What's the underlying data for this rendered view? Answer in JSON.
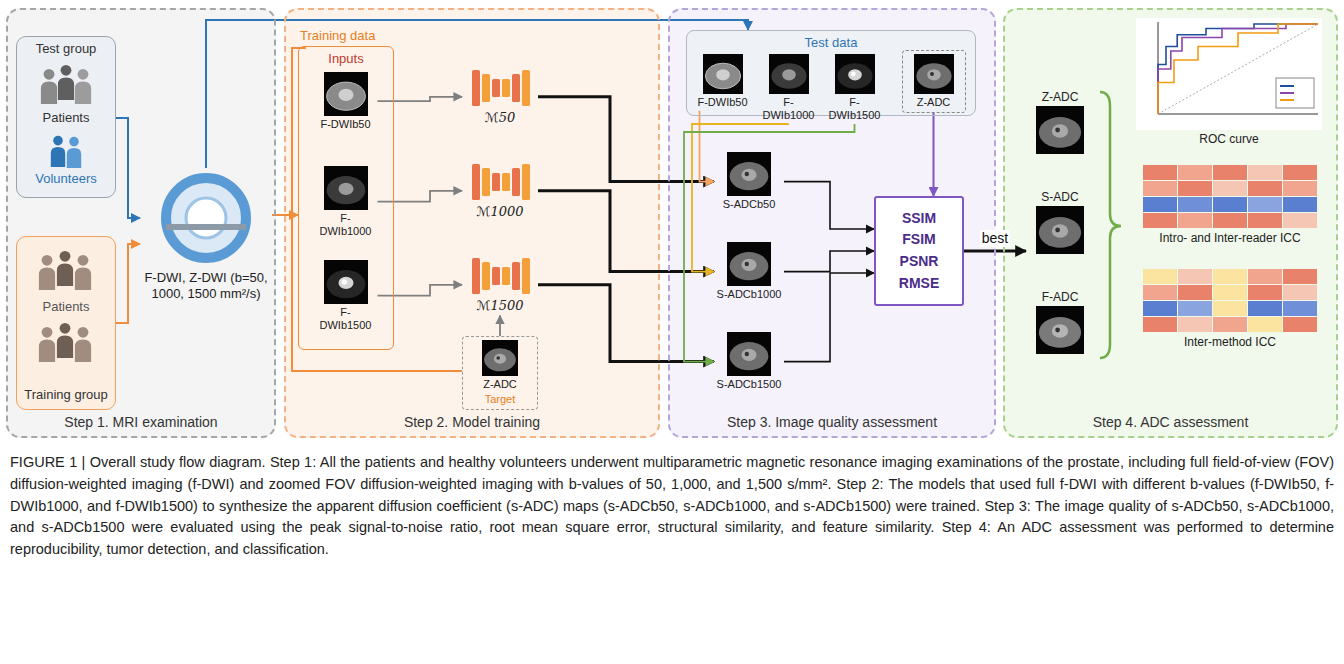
{
  "diagram": {
    "caption": "FIGURE 1 | Overall study flow diagram. Step 1: All the patients and healthy volunteers underwent multiparametric magnetic resonance imaging examinations of the prostate, including full field-of-view (FOV) diffusion-weighted imaging (f-DWI) and zoomed FOV diffusion-weighted imaging with b-values of 50, 1,000, and 1,500 s/mm². Step 2: The models that used full f-DWI with different b-values (f-DWIb50, f-DWIb1000, and f-DWIb1500) to synthesize the apparent diffusion coefficient (s-ADC) maps (s-ADCb50, s-ADCb1000, and s-ADCb1500) were trained. Step 3: The image quality of s-ADCb50, s-ADCb1000, and s-ADCb1500 were evaluated using the peak signal-to-noise ratio, root mean square error, structural similarity, and feature similarity. Step 4: An ADC assessment was performed to determine reproducibility, tumor detection, and classification.",
    "nodes": [
      {
        "text": [
          "Step 1. MRI examination"
        ]
      },
      {
        "text": [
          "Test group"
        ],
        "in": 0
      },
      {
        "text": [
          "Training group"
        ],
        "in": 0
      },
      {
        "text": [
          "F-DWI, Z-DWI (b=50, 1000, 1500 mm²/s)"
        ],
        "in": 0
      },
      {
        "text": [
          "Step 2. Model training"
        ]
      },
      {
        "text": [
          "Inputs"
        ],
        "in": 4
      },
      {
        "text": [
          "F-DWIb50"
        ],
        "in": 5
      },
      {
        "text": [
          "F-DWIb1000"
        ],
        "in": 5
      },
      {
        "text": [
          "F-DWIb1500"
        ],
        "in": 5
      },
      {
        "text": [
          "ℳ50"
        ],
        "in": 4
      },
      {
        "text": [
          "ℳ1000"
        ],
        "in": 4
      },
      {
        "text": [
          "ℳ1500"
        ],
        "in": 4
      },
      {
        "text": [
          "Z-ADC",
          "Target"
        ],
        "in": 4
      },
      {
        "text": [
          "Step 3. Image quality assessment"
        ]
      },
      {
        "text": [
          "Test data"
        ],
        "in": 13
      },
      {
        "text": [
          "F-DWIb50"
        ],
        "in": 14
      },
      {
        "text": [
          "F-DWIb1000"
        ],
        "in": 14
      },
      {
        "text": [
          "F-DWIb1500"
        ],
        "in": 14
      },
      {
        "text": [
          "Z-ADC"
        ],
        "in": 14
      },
      {
        "text": [
          "S-ADCb50"
        ],
        "in": 13
      },
      {
        "text": [
          "S-ADCb1000"
        ],
        "in": 13
      },
      {
        "text": [
          "S-ADCb1500"
        ],
        "in": 13
      },
      {
        "text": [
          "SSIM",
          "FSIM",
          "PSNR",
          "RMSE"
        ],
        "in": 13
      },
      {
        "text": [
          "Step 4. ADC assessment"
        ]
      },
      {
        "text": [
          "Z-ADC"
        ],
        "in": 23
      },
      {
        "text": [
          "S-ADC"
        ],
        "in": 23
      },
      {
        "text": [
          "F-ADC"
        ],
        "in": 23
      },
      {
        "text": [
          "ROC curve"
        ],
        "in": 23
      },
      {
        "text": [
          "Intro- and Inter-reader ICC"
        ],
        "in": 23
      },
      {
        "text": [
          "Inter-method ICC"
        ],
        "in": 23
      }
    ],
    "edges": [
      {
        "from": 1,
        "to": 3,
        "arrow": "to"
      },
      {
        "from": 2,
        "to": 3,
        "arrow": "to"
      },
      {
        "from": 3,
        "to": 14,
        "arrow": "to"
      },
      {
        "from": 3,
        "to": 5,
        "arrow": "to"
      },
      {
        "from": 6,
        "to": 9,
        "arrow": "to"
      },
      {
        "from": 7,
        "to": 10,
        "arrow": "to"
      },
      {
        "from": 8,
        "to": 11,
        "arrow": "to"
      },
      {
        "from": 12,
        "to": 11,
        "arrow": "to"
      },
      {
        "from": 9,
        "to": 19,
        "arrow": "to"
      },
      {
        "from": 10,
        "to": 20,
        "arrow": "to"
      },
      {
        "from": 11,
        "to": 21,
        "arrow": "to"
      },
      {
        "from": 15,
        "to": 19,
        "arrow": "to"
      },
      {
        "from": 16,
        "to": 20,
        "arrow": "to"
      },
      {
        "from": 17,
        "to": 21,
        "arrow": "to"
      },
      {
        "from": 18,
        "to": 22,
        "arrow": "to"
      },
      {
        "from": 19,
        "to": 22,
        "arrow": "to"
      },
      {
        "from": 20,
        "to": 22,
        "arrow": "to"
      },
      {
        "from": 21,
        "to": 22,
        "arrow": "to"
      },
      {
        "from": 22,
        "to": 25,
        "arrow": "to",
        "label": "best"
      }
    ],
    "labels": [
      "Patients",
      "Volunteers",
      "Patients",
      "Training data"
    ]
  }
}
